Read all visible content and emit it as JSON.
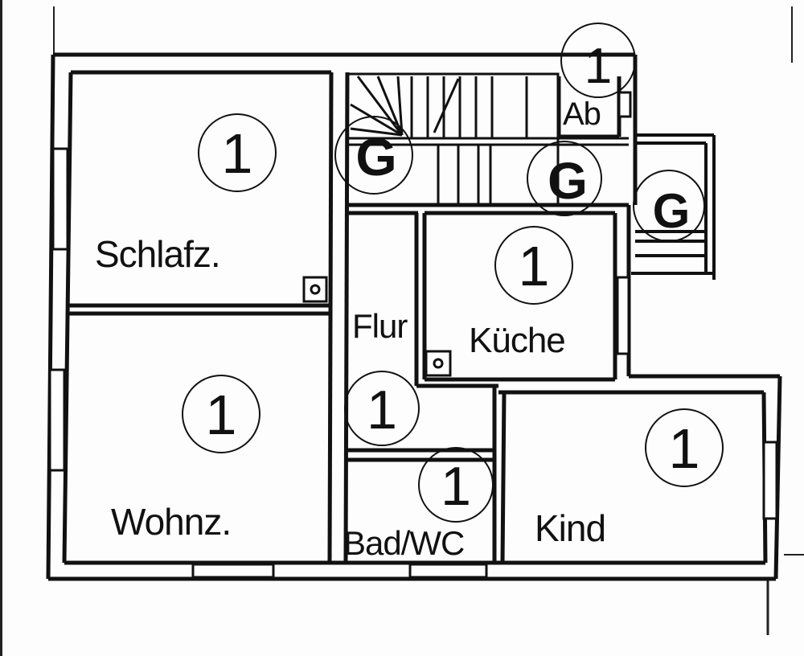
{
  "rooms": {
    "schlafz": "Schlafz.",
    "wohnz": "Wohnz.",
    "flur": "Flur",
    "kueche": "Küche",
    "bad": "Bad/WC",
    "kind": "Kind",
    "ab": "Ab"
  },
  "markers": {
    "schlafz": "1",
    "wohnz": "1",
    "flur": "1",
    "kueche": "1",
    "bad": "1",
    "kind": "1",
    "ab": "1",
    "stair_g1": "G",
    "stair_g2": "G",
    "stair_g3": "G"
  }
}
